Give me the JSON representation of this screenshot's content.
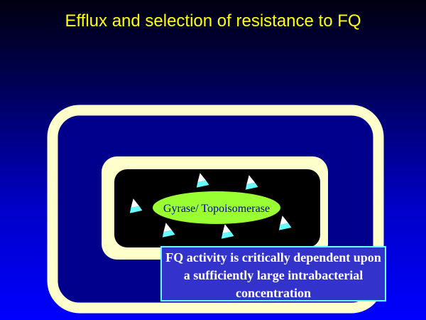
{
  "title": "Efflux and selection of resistance to FQ",
  "enzyme_label": "Gyrase/ Topoisomerase",
  "note_text": "FQ activity is critically dependent upon a sufficiently large intrabacterial concentration",
  "colors": {
    "title": "#ffff00",
    "membrane": "#ffffcc",
    "cytoplasm": "#000000",
    "enzyme": "#99ff33",
    "enzyme_text": "#000099",
    "note_bg": "#3333cc",
    "note_border": "#66ffff",
    "drug_top": "#ffffff",
    "drug_bottom": "#66ffff"
  }
}
